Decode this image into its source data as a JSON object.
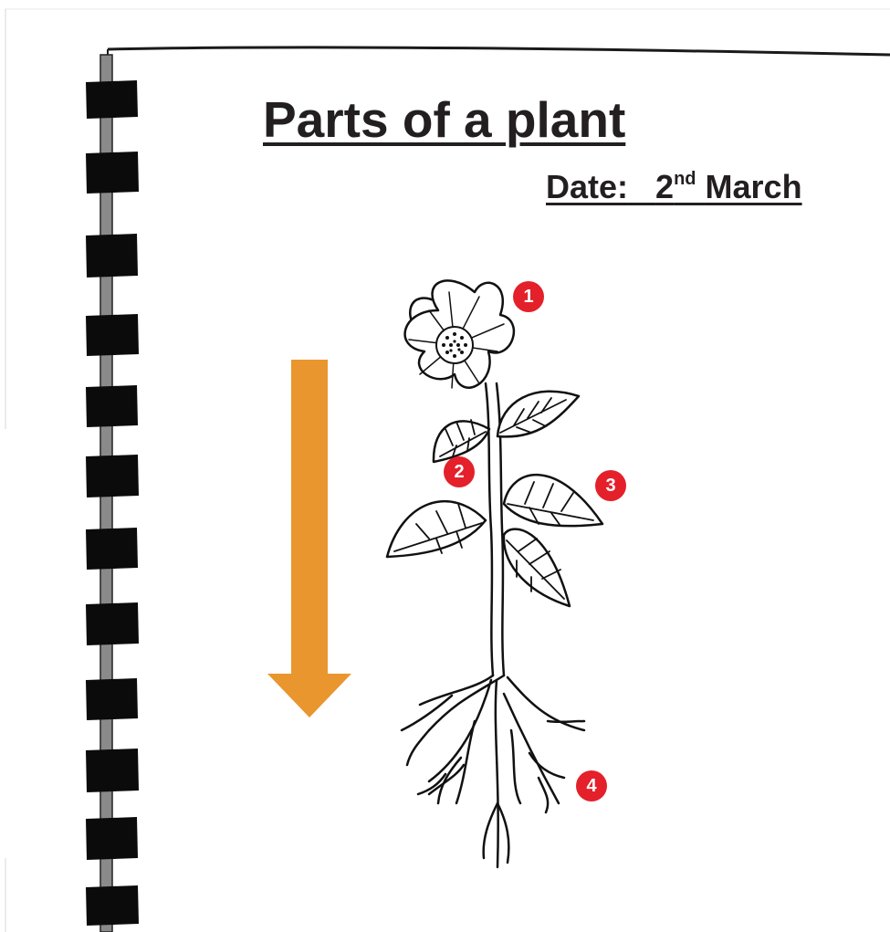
{
  "worksheet": {
    "title": "Parts of a plant",
    "date": {
      "label": "Date:",
      "day": "2",
      "day_suffix": "nd",
      "month": "March"
    }
  },
  "diagram": {
    "subject": "flowering plant line drawing",
    "markers": [
      {
        "number": "1"
      },
      {
        "number": "2"
      },
      {
        "number": "3"
      },
      {
        "number": "4"
      }
    ]
  },
  "colors": {
    "arrow": "#e9962f",
    "marker": "#e4202a",
    "ink": "#231f20",
    "binding_spine": "#8a8a8a",
    "binding_rings": "#0b0b0b"
  }
}
